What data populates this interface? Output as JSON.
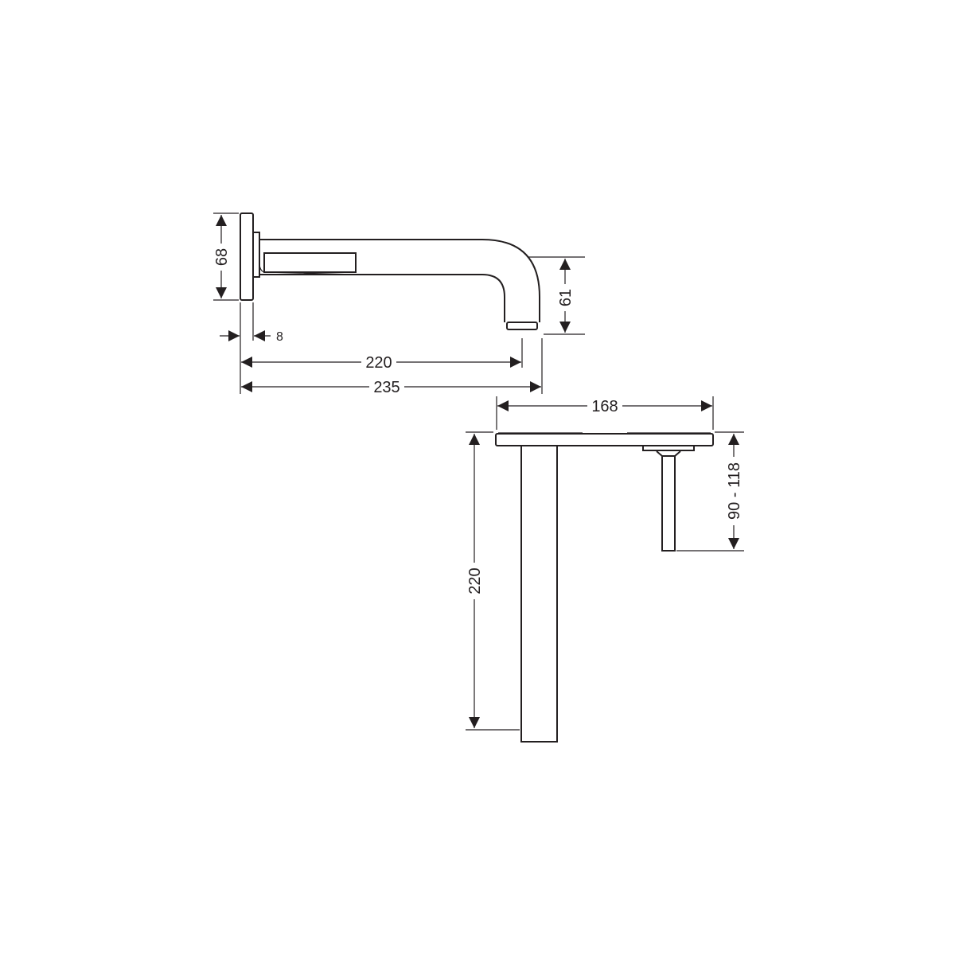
{
  "drawing": {
    "side_view": {
      "dimensions": {
        "plate_height": "68",
        "spout_height": "61",
        "plate_thickness": "8",
        "spout_projection": "220",
        "overall_projection": "235"
      }
    },
    "top_view": {
      "dimensions": {
        "plate_width": "168",
        "spout_length": "220",
        "handle_depth": "90 - 118"
      }
    },
    "line_color": "#231f20"
  }
}
